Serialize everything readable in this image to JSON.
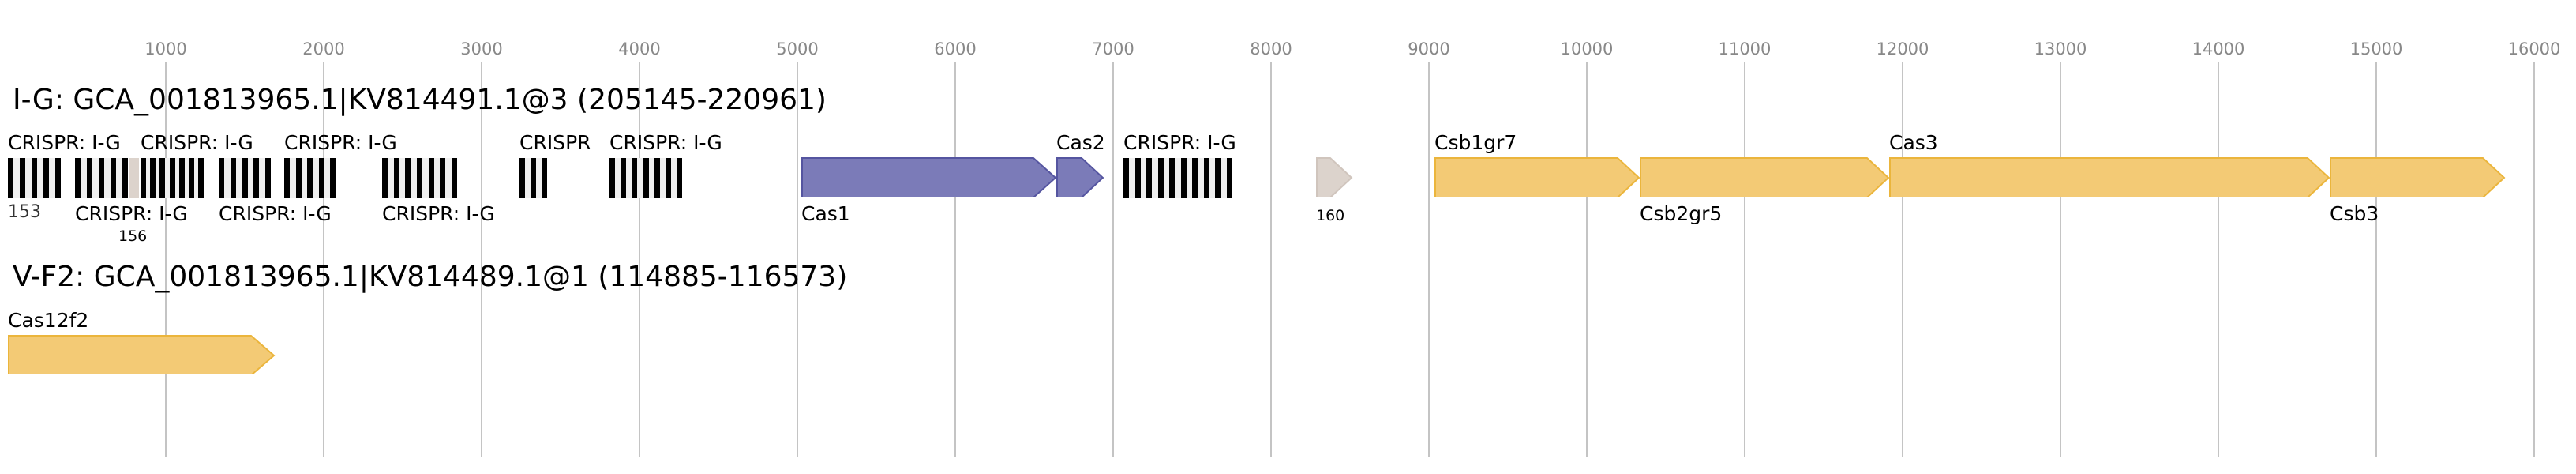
{
  "axis": {
    "ticks": [
      "1000",
      "2000",
      "3000",
      "4000",
      "5000",
      "6000",
      "7000",
      "8000",
      "9000",
      "10000",
      "11000",
      "12000",
      "13000",
      "14000",
      "15000",
      "16000"
    ]
  },
  "colors": {
    "cas_core": "#7b7bb8",
    "cas_core_border": "#5555a0",
    "accessory": "#f3ca75",
    "accessory_border": "#ebb53c",
    "unknown": "#dcd3cc",
    "crispr": "#000000"
  },
  "track1": {
    "title": "I-G: GCA_001813965.1|KV814491.1@3 (205145-220961)",
    "crispr_label": "CRISPR: I-G",
    "crispr_short": "CRISPR",
    "unk1": "153",
    "unk2": "156",
    "unk3": "160",
    "genes": {
      "cas1": "Cas1",
      "cas2": "Cas2",
      "csb1": "Csb1gr7",
      "csb2": "Csb2gr5",
      "cas3": "Cas3",
      "csb3": "Csb3"
    }
  },
  "track2": {
    "title": "V-F2: GCA_001813965.1|KV814489.1@1 (114885-116573)",
    "genes": {
      "cas12f2": "Cas12f2"
    }
  }
}
